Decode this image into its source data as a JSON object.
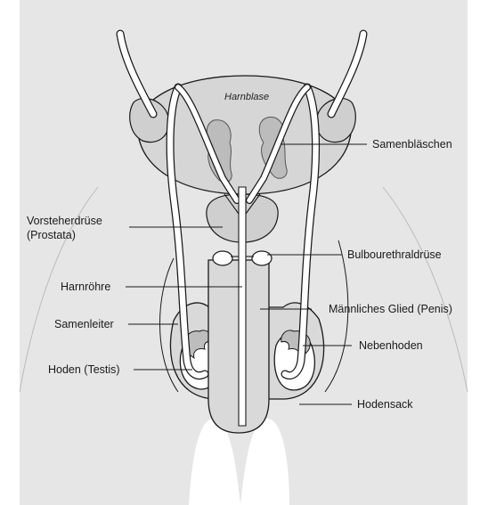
{
  "figure": {
    "organ_label": "Harnblase",
    "labels": {
      "samenblaeschen": "Samenbläschen",
      "vorsteherdruese": "Vorsteherdrüse",
      "prostata": "(Prostata)",
      "bulbourethraldruese": "Bulbourethraldrüse",
      "harnroehre": "Harnröhre",
      "penis": "Männliches Glied (Penis)",
      "samenleiter": "Samenleiter",
      "nebenhoden": "Nebenhoden",
      "hoden": "Hoden (Testis)",
      "hodensack": "Hodensack"
    }
  },
  "colors": {
    "body_fill": "#e6e6e6",
    "organ_fill": "#cfcfcf",
    "outline": "#1a1a1a",
    "background": "#ffffff"
  }
}
